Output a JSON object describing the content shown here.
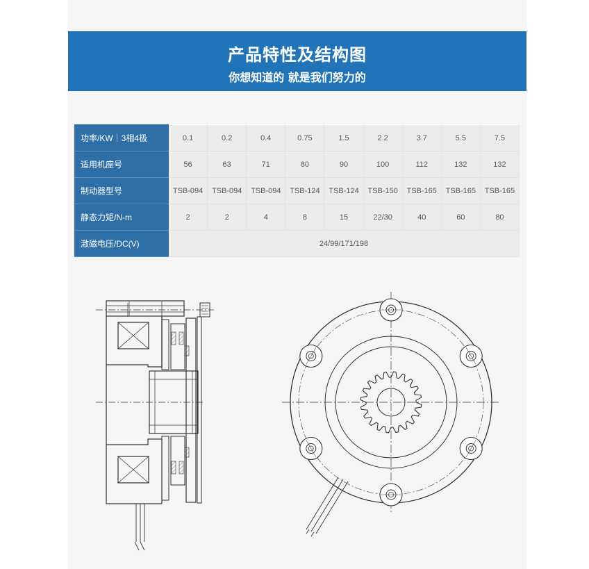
{
  "banner": {
    "title": "产品特性及结构图",
    "subtitle": "你想知道的 就是我们努力的",
    "background": "#2274b8"
  },
  "spec_table": {
    "header_color": "#2f6fa8",
    "rows": [
      {
        "label": "功率/KW｜3相4极",
        "values": [
          "0.1",
          "0.2",
          "0.4",
          "0.75",
          "1.5",
          "2.2",
          "3.7",
          "5.5",
          "7.5"
        ]
      },
      {
        "label": "适用机座号",
        "values": [
          "56",
          "63",
          "71",
          "80",
          "90",
          "100",
          "112",
          "132",
          "132"
        ]
      },
      {
        "label": "制动器型号",
        "values": [
          "TSB-094",
          "TSB-094",
          "TSB-094",
          "TSB-124",
          "TSB-124",
          "TSB-150",
          "TSB-165",
          "TSB-165",
          "TSB-165"
        ]
      },
      {
        "label": "静态力矩/N-m",
        "values": [
          "2",
          "2",
          "4",
          "8",
          "15",
          "22/30",
          "40",
          "60",
          "80"
        ]
      }
    ],
    "voltage_row": {
      "label": "激磁电压/DC(V)",
      "value": "24/99/171/198"
    }
  },
  "drawings": {
    "side_view": "brake-side-section-drawing",
    "front_view": "brake-front-view-drawing"
  }
}
